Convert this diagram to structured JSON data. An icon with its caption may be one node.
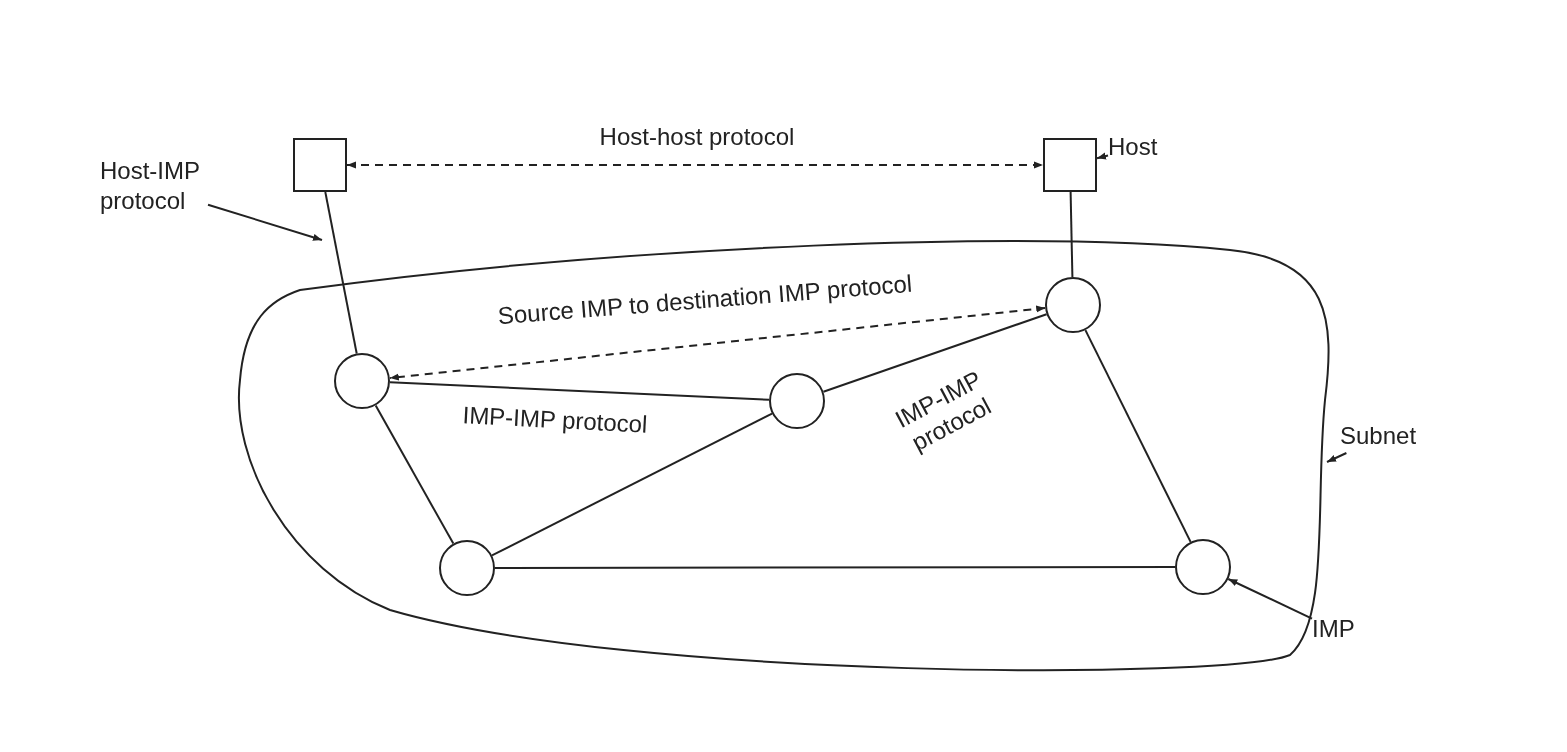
{
  "diagram": {
    "nodes": [
      {
        "text": [],
        "shape": "box"
      },
      {
        "text": [],
        "shape": "box"
      },
      {
        "text": [],
        "shape": "cloud"
      },
      {
        "text": [],
        "shape": "circle",
        "in": 2
      },
      {
        "text": [],
        "shape": "circle",
        "in": 2
      },
      {
        "text": [],
        "shape": "circle",
        "in": 2
      },
      {
        "text": [],
        "shape": "circle",
        "in": 2
      },
      {
        "text": [],
        "shape": "circle",
        "in": 2
      },
      {
        "text": [
          "Host"
        ]
      },
      {
        "text": [
          "Host-IMP protocol"
        ]
      },
      {
        "text": [
          "Subnet"
        ]
      },
      {
        "text": [
          "IMP"
        ]
      }
    ],
    "edges": [
      {
        "from": 0,
        "to": 1,
        "arrow": "both",
        "style": "dashed",
        "label": "Host-host protocol"
      },
      {
        "from": 0,
        "to": 3,
        "arrow": "none"
      },
      {
        "from": 1,
        "to": 5,
        "arrow": "none"
      },
      {
        "from": 5,
        "to": 3,
        "arrow": "both",
        "style": "dashed",
        "label": "Source IMP to destination IMP protocol"
      },
      {
        "from": 3,
        "to": 4,
        "arrow": "none",
        "label": "IMP-IMP protocol"
      },
      {
        "from": 4,
        "to": 5,
        "arrow": "none",
        "label": "IMP-IMP protocol"
      },
      {
        "from": 3,
        "to": 6,
        "arrow": "none"
      },
      {
        "from": 4,
        "to": 6,
        "arrow": "none"
      },
      {
        "from": 5,
        "to": 7,
        "arrow": "none"
      },
      {
        "from": 6,
        "to": 7,
        "arrow": "none"
      },
      {
        "from": 8,
        "to": 1,
        "arrow": "to"
      },
      {
        "from": 9,
        "to": null,
        "arrow": "to"
      },
      {
        "from": 10,
        "to": 2,
        "arrow": "to"
      },
      {
        "from": 11,
        "to": 7,
        "arrow": "to"
      }
    ]
  }
}
